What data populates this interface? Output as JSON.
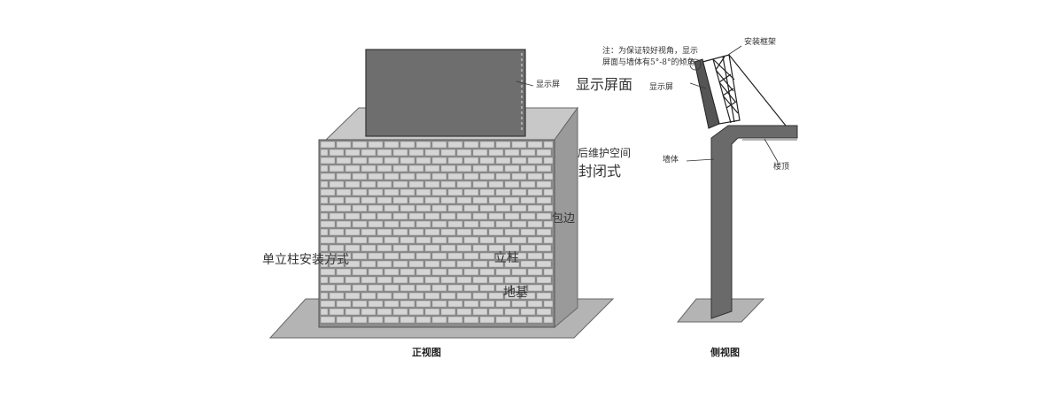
{
  "front_view": {
    "screen_label": "显示屏",
    "screen_surface": "显示屏面",
    "rear_space": "后维护空间",
    "enclosed": "封闭式",
    "edging": "包边",
    "mount_method": "单立柱安装方式",
    "column": "立柱",
    "foundation": "地基",
    "caption": "正视图"
  },
  "side_view": {
    "note_line1": "注：为保证较好视角，显示",
    "note_line2": "屏面与墙体有5°-8°的倾角",
    "frame": "安装框架",
    "screen_label": "显示屏",
    "wall": "墙体",
    "roof": "楼顶",
    "caption": "侧视图"
  },
  "colors": {
    "screen": "#6e6e6e",
    "brick_wall": "#d5d5d5",
    "mortar": "#8c8c8c",
    "ground": "#b4b4b4",
    "wall_column": "#6a6a6a"
  }
}
